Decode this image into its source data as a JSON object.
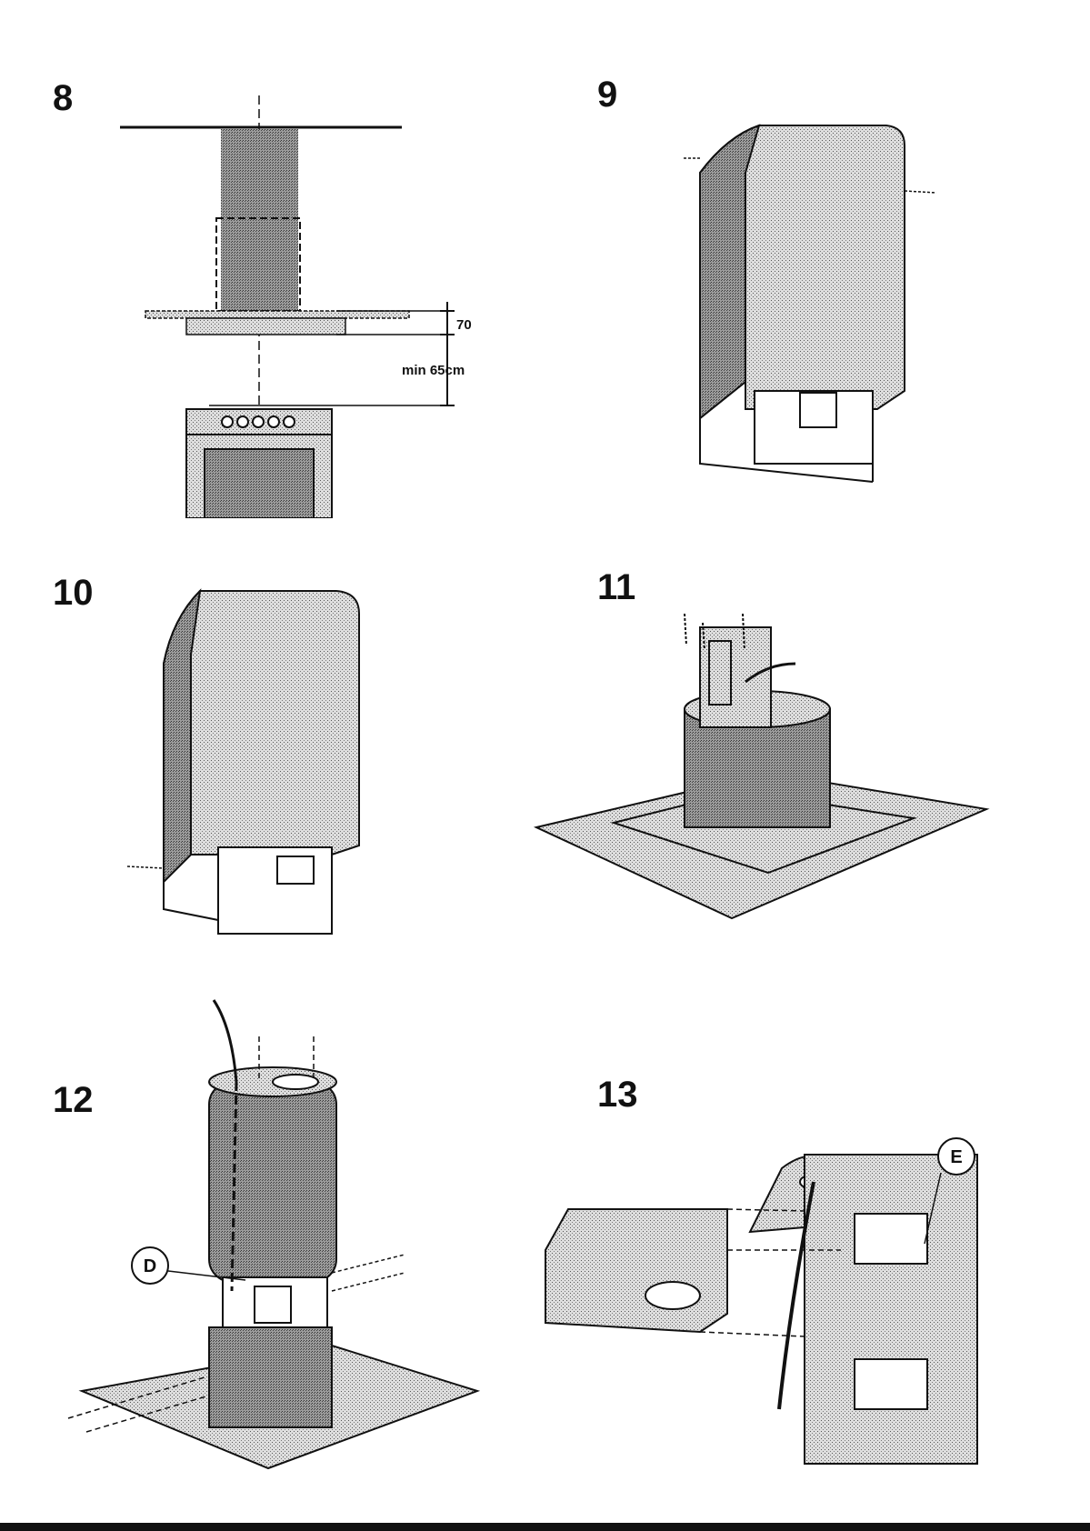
{
  "steps": [
    {
      "number": "8"
    },
    {
      "number": "9"
    },
    {
      "number": "10"
    },
    {
      "number": "11"
    },
    {
      "number": "12"
    },
    {
      "number": "13"
    }
  ],
  "figure8": {
    "dim_70": "70",
    "dim_min": "min 65cm"
  },
  "figure12": {
    "callout": "D"
  },
  "figure13": {
    "callout": "E"
  },
  "colors": {
    "ink": "#111111",
    "stipple": "#9a9a9a",
    "paper": "#ffffff"
  }
}
